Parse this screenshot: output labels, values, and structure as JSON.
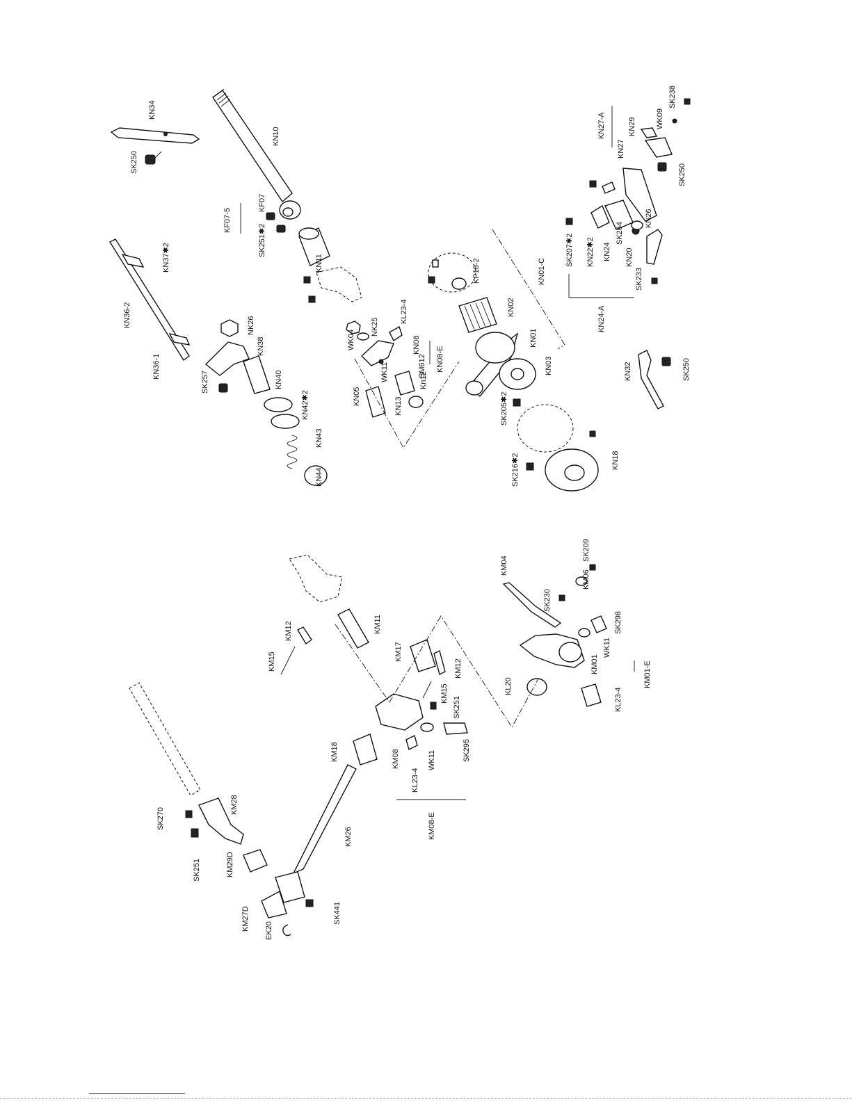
{
  "parts": [
    {
      "id": "KN34",
      "label": "KN34"
    },
    {
      "id": "SK250a",
      "label": "SK250"
    },
    {
      "id": "KN10",
      "label": "KN10"
    },
    {
      "id": "KF07-5",
      "label": "KF07-5"
    },
    {
      "id": "KF07",
      "label": "KF07"
    },
    {
      "id": "SK251x2",
      "label": "SK251✱2"
    },
    {
      "id": "KN11",
      "label": "KN11"
    },
    {
      "id": "KN36-2",
      "label": "KN36-2"
    },
    {
      "id": "KN37x2",
      "label": "KN37✱2"
    },
    {
      "id": "KN36-1",
      "label": "KN36-1"
    },
    {
      "id": "NK26",
      "label": "NK26"
    },
    {
      "id": "KN38",
      "label": "KN38"
    },
    {
      "id": "SK257",
      "label": "SK257"
    },
    {
      "id": "KN40",
      "label": "KN40"
    },
    {
      "id": "KN42x2",
      "label": "KN42✱2"
    },
    {
      "id": "KN43",
      "label": "KN43"
    },
    {
      "id": "KN44",
      "label": "KN44"
    },
    {
      "id": "WK04",
      "label": "WK04"
    },
    {
      "id": "NK25",
      "label": "NK25"
    },
    {
      "id": "KL23-4a",
      "label": "KL23-4"
    },
    {
      "id": "KN08",
      "label": "KN08"
    },
    {
      "id": "WK11a",
      "label": "WK11"
    },
    {
      "id": "SM612",
      "label": "SM612"
    },
    {
      "id": "KN08-E",
      "label": "KN08-E"
    },
    {
      "id": "KN05",
      "label": "KN05"
    },
    {
      "id": "KN12",
      "label": "Kn12"
    },
    {
      "id": "KN13",
      "label": "KN13"
    },
    {
      "id": "KP18-2",
      "label": "KP18-2"
    },
    {
      "id": "KN02",
      "label": "KN02"
    },
    {
      "id": "KN01-C",
      "label": "KN01-C"
    },
    {
      "id": "KN01",
      "label": "KN01"
    },
    {
      "id": "KN03",
      "label": "KN03"
    },
    {
      "id": "SK205x2",
      "label": "SK205✱2"
    },
    {
      "id": "SK216x2",
      "label": "SK216✱2"
    },
    {
      "id": "KN18",
      "label": "KN18"
    },
    {
      "id": "KN27-A",
      "label": "KN27-A"
    },
    {
      "id": "SK238",
      "label": "SK238"
    },
    {
      "id": "WK09",
      "label": "WK09"
    },
    {
      "id": "KN29",
      "label": "KN29"
    },
    {
      "id": "KN27",
      "label": "KN27"
    },
    {
      "id": "SK250b",
      "label": "SK250"
    },
    {
      "id": "SK207x2",
      "label": "SK207✱2"
    },
    {
      "id": "KN22x2",
      "label": "KN22✱2"
    },
    {
      "id": "KN24",
      "label": "KN24"
    },
    {
      "id": "SK264",
      "label": "SK264"
    },
    {
      "id": "KN26",
      "label": "KN26"
    },
    {
      "id": "KN20",
      "label": "KN20"
    },
    {
      "id": "SK233",
      "label": "SK233"
    },
    {
      "id": "KN24-A",
      "label": "KN24-A"
    },
    {
      "id": "KN32",
      "label": "KN32"
    },
    {
      "id": "SK250c",
      "label": "SK250"
    },
    {
      "id": "KM04",
      "label": "KM04"
    },
    {
      "id": "SK230",
      "label": "SK230"
    },
    {
      "id": "SK209",
      "label": "SK209"
    },
    {
      "id": "KM06",
      "label": "KM06"
    },
    {
      "id": "SK298",
      "label": "SK298"
    },
    {
      "id": "WK11b",
      "label": "WK11"
    },
    {
      "id": "KM01",
      "label": "KM01"
    },
    {
      "id": "KM01-E",
      "label": "KM01-E"
    },
    {
      "id": "KL20",
      "label": "KL20"
    },
    {
      "id": "KL23-4b",
      "label": "KL23-4"
    },
    {
      "id": "KM12a",
      "label": "KM12"
    },
    {
      "id": "KM15a",
      "label": "KM15"
    },
    {
      "id": "KM11",
      "label": "KM11"
    },
    {
      "id": "KM17",
      "label": "KM17"
    },
    {
      "id": "KM12b",
      "label": "KM12"
    },
    {
      "id": "KM15b",
      "label": "KM15"
    },
    {
      "id": "SK251a",
      "label": "SK251"
    },
    {
      "id": "KM18",
      "label": "KM18"
    },
    {
      "id": "KM08",
      "label": "KM08"
    },
    {
      "id": "KL23-4c",
      "label": "KL23-4"
    },
    {
      "id": "WK11c",
      "label": "WK11"
    },
    {
      "id": "SK295",
      "label": "SK295"
    },
    {
      "id": "KM08-E",
      "label": "KM08-E"
    },
    {
      "id": "SK270",
      "label": "SK270"
    },
    {
      "id": "KM28",
      "label": "KM28"
    },
    {
      "id": "SK251b",
      "label": "SK251"
    },
    {
      "id": "KM29D",
      "label": "KM29D"
    },
    {
      "id": "KM26",
      "label": "KM26"
    },
    {
      "id": "KM27D",
      "label": "KM27D"
    },
    {
      "id": "SK441",
      "label": "SK441"
    },
    {
      "id": "EK20",
      "label": "EK20"
    }
  ]
}
